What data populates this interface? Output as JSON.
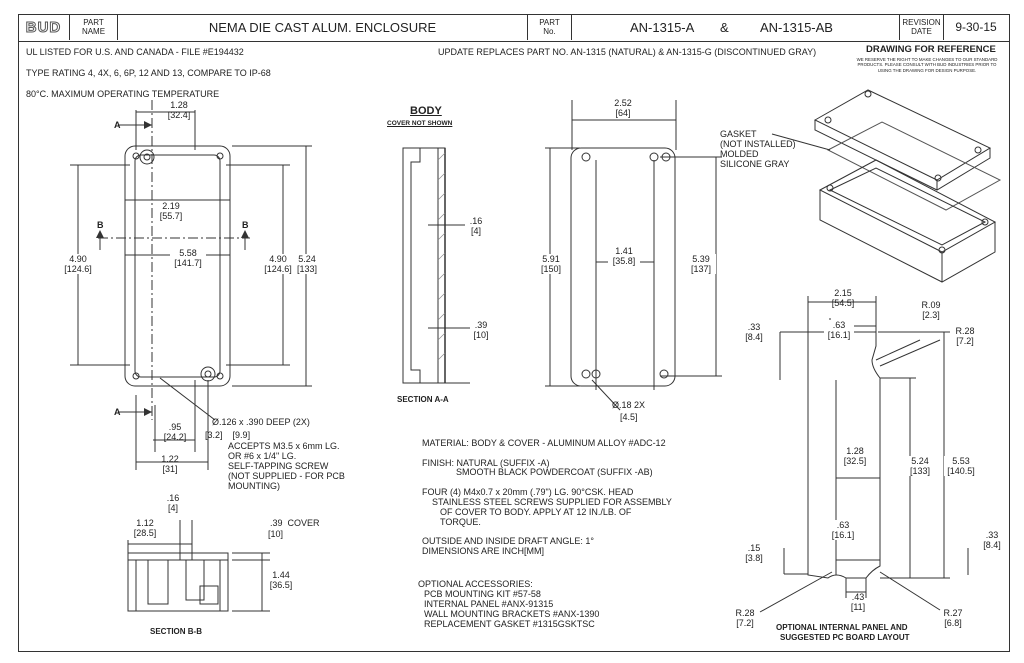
{
  "title_block": {
    "logo": "BUD",
    "part_name_label": "PART NAME",
    "part_name": "NEMA DIE CAST ALUM. ENCLOSURE",
    "part_no_label": "PART No.",
    "part_no_a": "AN-1315-A",
    "amp": "&",
    "part_no_ab": "AN-1315-AB",
    "revision_label": "REVISION DATE",
    "revision_date": "9-30-15"
  },
  "notes": {
    "ul": "UL LISTED FOR U.S. AND CANADA - FILE #E194432",
    "type_rating": "TYPE RATING 4, 4X, 6, 6P, 12 AND 13, COMPARE TO IP-68",
    "temp": "80°C. MAXIMUM OPERATING TEMPERATURE",
    "update": "UPDATE REPLACES PART NO. AN-1315 (NATURAL) & AN-1315-G (DISCONTINUED GRAY)",
    "drawing_ref_title": "DRAWING FOR REFERENCE",
    "drawing_ref_body": "WE RESERVE THE RIGHT TO MAKE CHANGES TO OUR STANDARD PRODUCTS. PLEASE CONSULT WITH BUD INDUSTRIES PRIOR TO USING THE DRAWING FOR DESIGN PURPOSE."
  },
  "labels": {
    "body": "BODY",
    "cover_not_shown": "COVER NOT SHOWN",
    "section_aa": "SECTION A-A",
    "section_bb": "SECTION B-B",
    "optional_panel": "OPTIONAL INTERNAL PANEL AND",
    "suggested_pc": "SUGGESTED PC BOARD LAYOUT",
    "gasket": "GASKET",
    "not_installed": "(NOT INSTALLED)",
    "molded": "MOLDED",
    "silicone": "SILICONE GRAY",
    "cover": "COVER",
    "A": "A",
    "B": "B"
  },
  "dims": {
    "top_w_in": "1.28",
    "top_w_mm": "32.4",
    "inner_in": "2.19",
    "inner_mm": "55.7",
    "len_in": "5.58",
    "len_mm": "141.7",
    "h490_in": "4.90",
    "h490_mm": "124.6",
    "h524_in": "5.24",
    "h524_mm": "133",
    "hole_note": "Ø.126 x .390 DEEP (2X)",
    "hole_mm": "3.2",
    "hole_mm2": "9.9",
    "accepts1": "ACCEPTS M3.5 x 6mm LG.",
    "accepts2": "OR #6 x 1/4\" LG.",
    "accepts3": "SELF-TAPPING SCREW",
    "accepts4": "(NOT SUPPLIED - FOR PCB",
    "accepts5": "MOUNTING)",
    "d95_in": ".95",
    "d95_mm": "24.2",
    "d122_in": "1.22",
    "d122_mm": "31",
    "d16_in": ".16",
    "d16_mm": "4",
    "d39_in": ".39",
    "d39_mm": "10",
    "w252_in": "2.52",
    "w252_mm": "64",
    "h591_in": "5.91",
    "h591_mm": "150",
    "h539_in": "5.39",
    "h539_mm": "137",
    "d141_in": "1.41",
    "d141_mm": "35.8",
    "d18_note": "Ø.18 2X",
    "d18_mm": "4.5",
    "bb16_in": ".16",
    "bb16_mm": "4",
    "bb112_in": "1.12",
    "bb112_mm": "28.5",
    "bb39_in": ".39",
    "bb39_mm": "10",
    "bb144_in": "1.44",
    "bb144_mm": "36.5",
    "p215_in": "2.15",
    "p215_mm": "54.5",
    "p33_in": ".33",
    "p33_mm": "8.4",
    "p63_in": ".63",
    "p63_mm": "16.1",
    "pr09_in": "R.09",
    "pr09_mm": "2.3",
    "pr28_in": "R.28",
    "pr28_mm": "7.2",
    "p128_in": "1.28",
    "p128_mm": "32.5",
    "p524_in": "5.24",
    "p524_mm": "133",
    "p553_in": "5.53",
    "p553_mm": "140.5",
    "p15_in": ".15",
    "p15_mm": "3.8",
    "p43_in": ".43",
    "p43_mm": "11",
    "pr27_in": "R.27",
    "pr27_mm": "6.8"
  },
  "spec": {
    "material": "MATERIAL: BODY & COVER - ALUMINUM ALLOY #ADC-12",
    "finish1": "FINISH: NATURAL (SUFFIX -A)",
    "finish2": "SMOOTH BLACK POWDERCOAT (SUFFIX -AB)",
    "screws1": "FOUR (4) M4x0.7 x 20mm (.79\") LG. 90°CSK. HEAD",
    "screws2": "STAINLESS STEEL SCREWS SUPPLIED FOR ASSEMBLY",
    "screws3": "OF COVER TO BODY. APPLY AT 12 IN./LB. OF",
    "screws4": "TORQUE.",
    "draft": "OUTSIDE AND INSIDE DRAFT ANGLE: 1°",
    "dims_note": "DIMENSIONS ARE INCH[MM]",
    "opt_title": "OPTIONAL ACCESSORIES:",
    "opt1": "PCB MOUNTING KIT #57-58",
    "opt2": "INTERNAL PANEL #ANX-91315",
    "opt3": "WALL MOUNTING BRACKETS #ANX-1390",
    "opt4": "REPLACEMENT GASKET #1315GSKTSC"
  }
}
